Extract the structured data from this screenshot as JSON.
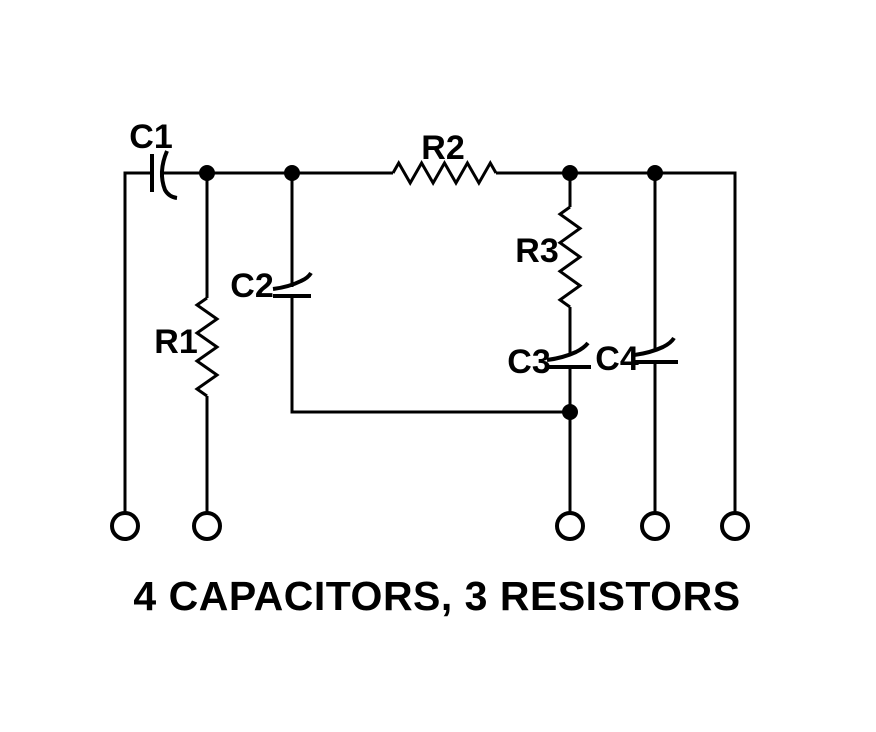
{
  "caption": "4 CAPACITORS, 3 RESISTORS",
  "colors": {
    "ink": "#000000",
    "paper": "#ffffff"
  },
  "components": {
    "c1": {
      "label": "C1",
      "type": "capacitor"
    },
    "c2": {
      "label": "C2",
      "type": "capacitor"
    },
    "c3": {
      "label": "C3",
      "type": "capacitor"
    },
    "c4": {
      "label": "C4",
      "type": "capacitor"
    },
    "r1": {
      "label": "R1",
      "type": "resistor"
    },
    "r2": {
      "label": "R2",
      "type": "resistor"
    },
    "r3": {
      "label": "R3",
      "type": "resistor"
    }
  }
}
